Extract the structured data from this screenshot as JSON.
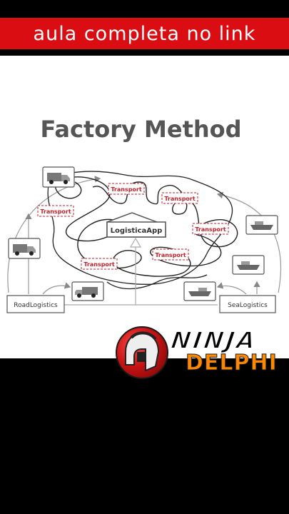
{
  "banner": {
    "text": "aula completa no link"
  },
  "diagram": {
    "title": "Factory Method",
    "center_label": "LogisticaApp",
    "transport_label": "Transport",
    "left_class": "RoadLogistics",
    "right_class": "SeaLogistics",
    "icons": [
      "truck-icon",
      "truck-icon",
      "truck-icon",
      "ship-icon",
      "ship-icon",
      "ship-icon"
    ]
  },
  "logo": {
    "word1": "NINJA",
    "word2": "DELPHI"
  },
  "colors": {
    "banner_red": "#d90d12",
    "transport_red": "#c0222b",
    "logo_orange": "#ff8800"
  }
}
